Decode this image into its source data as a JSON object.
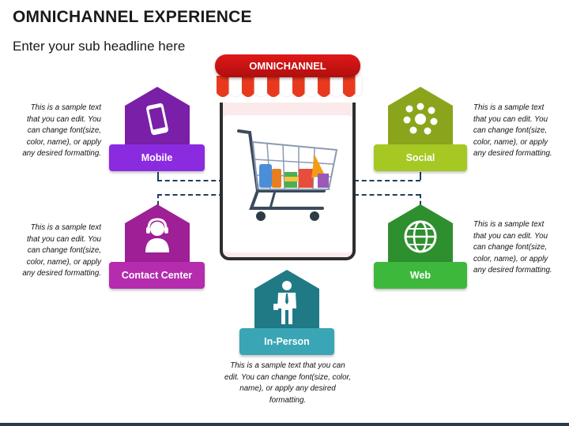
{
  "header": {
    "title": "OMNICHANNEL EXPERIENCE",
    "subtitle": "Enter your sub headline here"
  },
  "center": {
    "banner": "OMNICHANNEL",
    "icon": "shopping-cart-icon"
  },
  "channels": {
    "mobile": {
      "label": "Mobile",
      "icon": "smartphone-icon",
      "color": "#8b1fd6",
      "hex": "#7b1fa2",
      "description": "This is a sample text that you can edit. You can change font(size, color, name), or apply any desired formatting."
    },
    "contact": {
      "label": "Contact Center",
      "icon": "headset-agent-icon",
      "color": "#b12ca8",
      "hex": "#9c1f92",
      "description": "This is a sample text that you can edit. You can change font(size, color, name), or apply any desired formatting."
    },
    "social": {
      "label": "Social",
      "icon": "social-network-icon",
      "color": "#a3c41f",
      "hex": "#8aa51c",
      "description": "This is a sample text that you can edit. You can change font(size, color, name), or apply any desired formatting."
    },
    "web": {
      "label": "Web",
      "icon": "globe-icon",
      "color": "#3cb83c",
      "hex": "#2f8f2f",
      "description": "This is a sample text that you can edit. You can change font(size, color, name), or apply any desired formatting."
    },
    "inperson": {
      "label": "In-Person",
      "icon": "businessman-icon",
      "color": "#3aa5b5",
      "hex": "#1f7a86",
      "description": "This is a sample text that you can edit. You can change font(size, color, name), or apply any desired formatting."
    }
  }
}
